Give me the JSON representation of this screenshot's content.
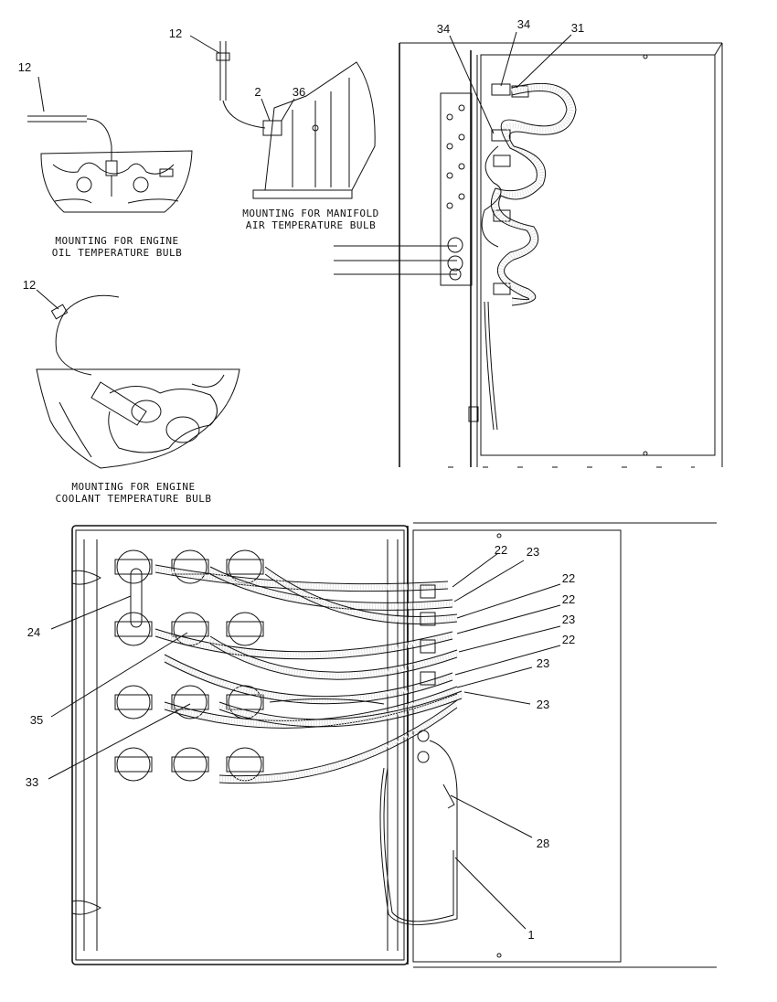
{
  "captions": {
    "oil_line1": "MOUNTING FOR ENGINE",
    "oil_line2": "OIL TEMPERATURE BULB",
    "manifold_line1": "MOUNTING FOR MANIFOLD",
    "manifold_line2": "AIR TEMPERATURE BULB",
    "coolant_line1": "MOUNTING FOR ENGINE",
    "coolant_line2": "COOLANT TEMPERATURE BULB"
  },
  "callouts": {
    "c12_top": "12",
    "c12_left": "12",
    "c12_mid": "12",
    "c2": "2",
    "c36": "36",
    "c34_a": "34",
    "c34_b": "34",
    "c31": "31",
    "c22_a": "22",
    "c23_a": "23",
    "c22_b": "22",
    "c22_c": "22",
    "c23_b": "23",
    "c22_d": "22",
    "c23_c": "23",
    "c23_d": "23",
    "c24": "24",
    "c35": "35",
    "c33": "33",
    "c28": "28",
    "c1": "1"
  }
}
